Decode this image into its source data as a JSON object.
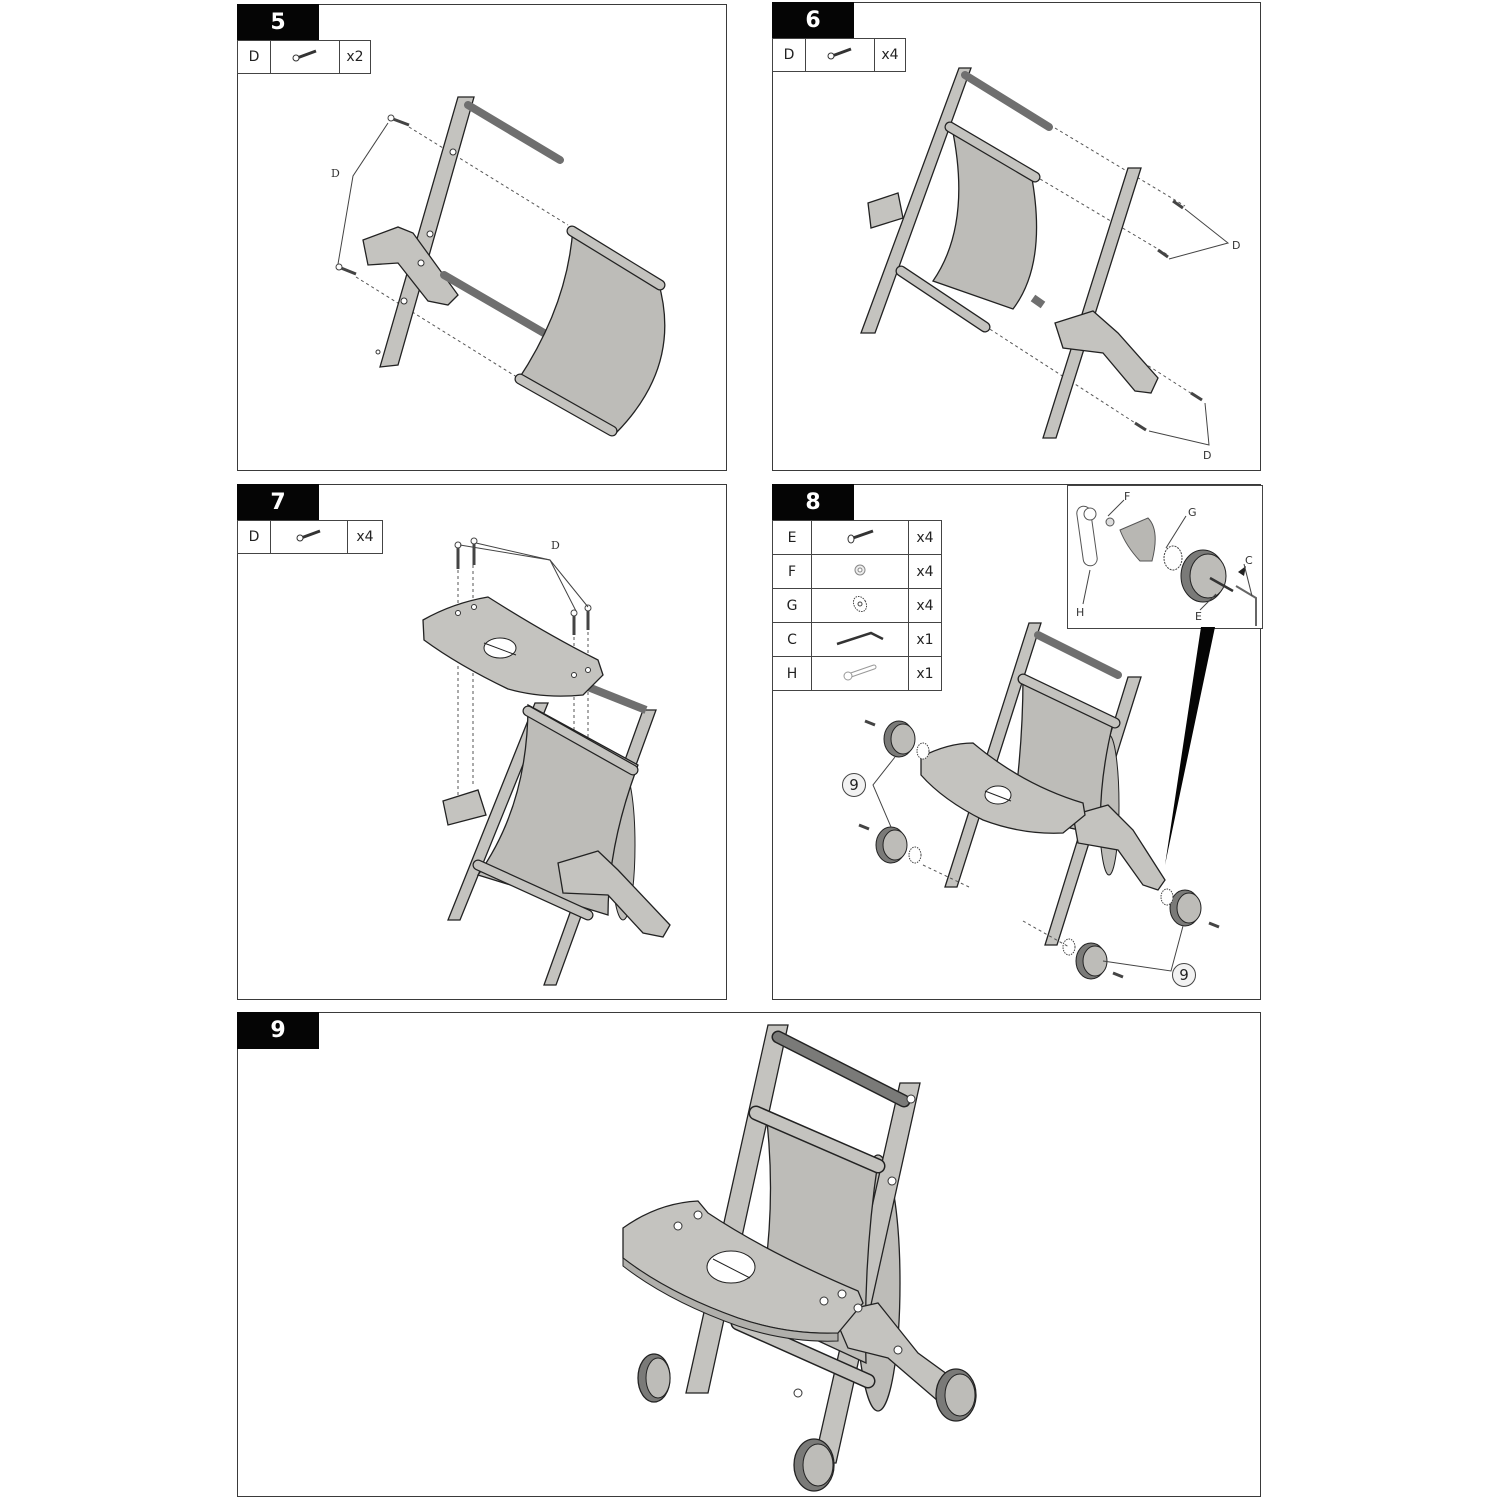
{
  "document": {
    "type": "assembly-instructions",
    "subject": "wooden toy stroller / walker"
  },
  "colors": {
    "badge_bg": "#050505",
    "badge_text": "#ffffff",
    "wood": "#c4c3bf",
    "fabric": "#bdbcb8",
    "rod_dark": "#6f6f6f",
    "wheel_tire": "#7a7a78",
    "outline": "#222222"
  },
  "steps": [
    {
      "number": "5",
      "parts": [
        {
          "letter": "D",
          "icon": "screw-icon",
          "qty": "x2"
        }
      ],
      "labels": [
        "D"
      ]
    },
    {
      "number": "6",
      "parts": [
        {
          "letter": "D",
          "icon": "screw-icon",
          "qty": "x4"
        }
      ],
      "labels": [
        "D",
        "D"
      ]
    },
    {
      "number": "7",
      "parts": [
        {
          "letter": "D",
          "icon": "screw-icon",
          "qty": "x4"
        }
      ],
      "labels": [
        "D"
      ]
    },
    {
      "number": "8",
      "parts": [
        {
          "letter": "E",
          "icon": "bolt-icon",
          "qty": "x4"
        },
        {
          "letter": "F",
          "icon": "nut-icon",
          "qty": "x4"
        },
        {
          "letter": "G",
          "icon": "washer-icon",
          "qty": "x4"
        },
        {
          "letter": "C",
          "icon": "hex-key-icon",
          "qty": "x1"
        },
        {
          "letter": "H",
          "icon": "wrench-icon",
          "qty": "x1"
        }
      ],
      "inset_labels": {
        "f": "F",
        "g": "G",
        "c": "C",
        "h": "H",
        "e": "E"
      },
      "callouts": [
        "9",
        "9"
      ]
    },
    {
      "number": "9",
      "parts": [],
      "caption": ""
    }
  ]
}
